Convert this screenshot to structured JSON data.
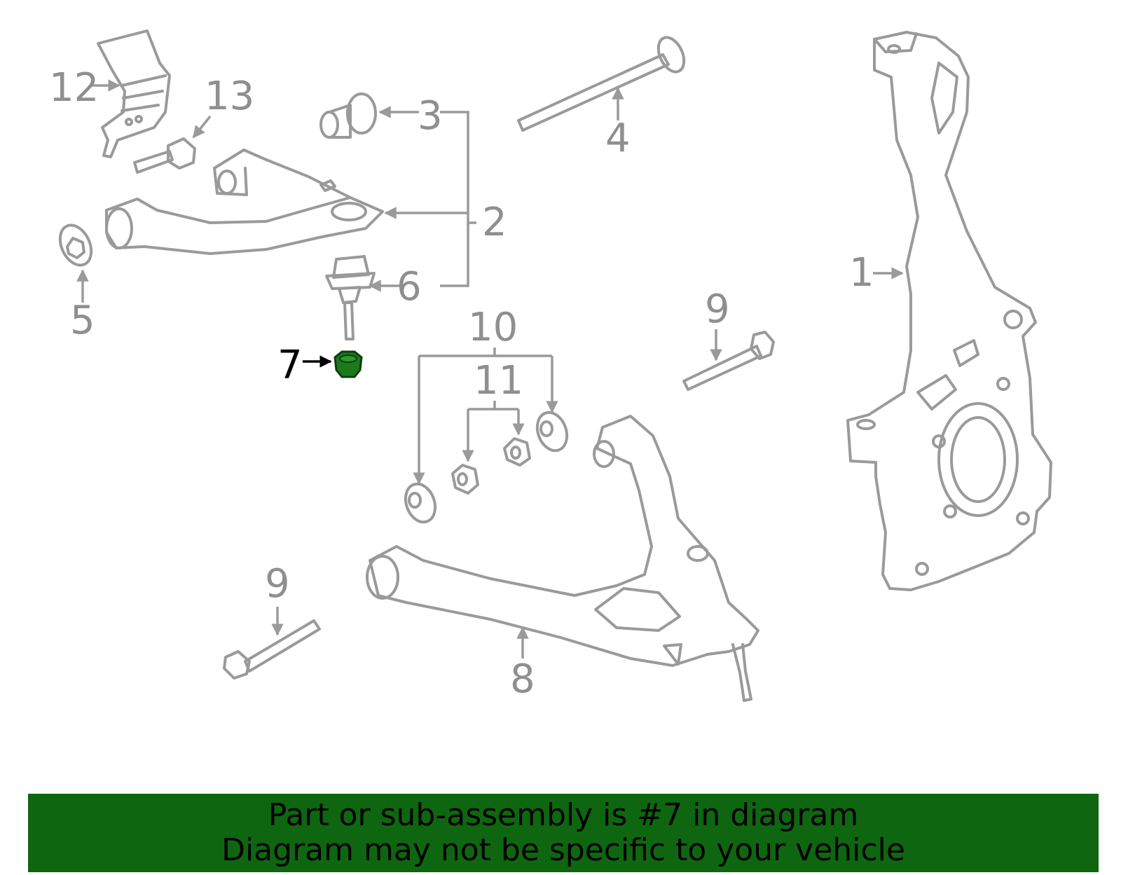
{
  "callouts": {
    "c1": "1",
    "c2": "2",
    "c3": "3",
    "c4": "4",
    "c5": "5",
    "c6": "6",
    "c7": "7",
    "c8": "8",
    "c9a": "9",
    "c9b": "9",
    "c10": "10",
    "c11": "11",
    "c12": "12",
    "c13": "13"
  },
  "highlight_part": "7",
  "colors": {
    "banner_bg": "#0f6610",
    "highlight_fill": "#1b7a1b",
    "line": "#9a9a9a"
  },
  "banner": {
    "line1": "Part or sub-assembly is #7 in diagram",
    "line2": "Diagram may not be specific to your vehicle"
  }
}
